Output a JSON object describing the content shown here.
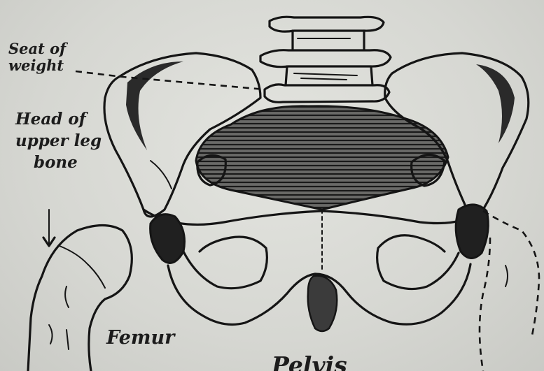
{
  "labels": {
    "seat_line1": "Seat of",
    "seat_line2": "weight",
    "head_line1": "Head of",
    "head_line2": "upper leg",
    "head_line3": "bone",
    "femur": "Femur",
    "pelvis": "Pelvis"
  },
  "colors": {
    "ink": "#151515",
    "paper": "#d9dad5"
  }
}
